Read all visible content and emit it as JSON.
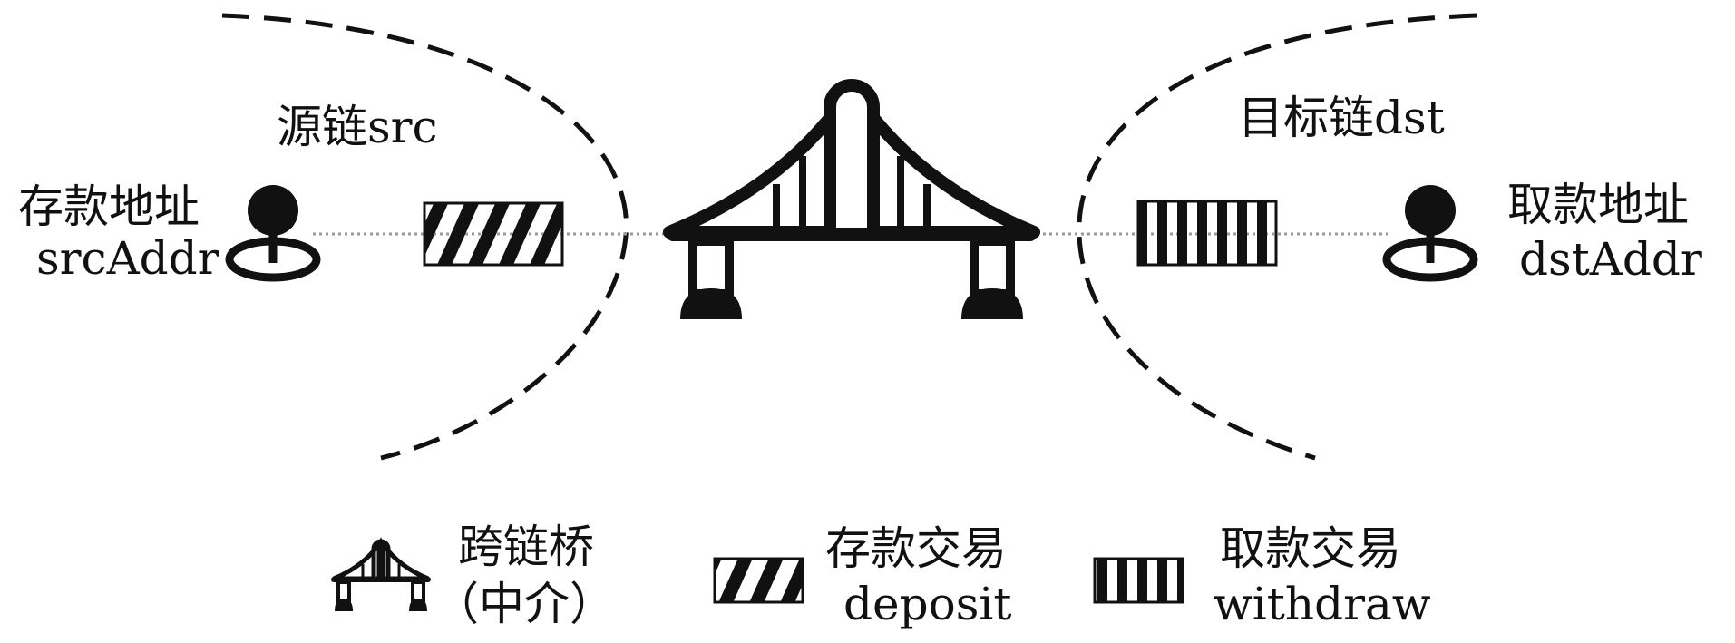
{
  "source_chain": {
    "label": "源链src"
  },
  "target_chain": {
    "label": "目标链dst"
  },
  "deposit_address": {
    "line1": "存款地址",
    "line2": "srcAddr"
  },
  "withdraw_address": {
    "line1": "取款地址",
    "line2": "dstAddr"
  },
  "legend": {
    "bridge": {
      "line1": "跨链桥",
      "line2": "（中介）"
    },
    "deposit": {
      "line1": "存款交易",
      "line2": "deposit"
    },
    "withdraw": {
      "line1": "取款交易",
      "line2": "withdraw"
    }
  },
  "icons": {
    "bridge": "bridge-icon",
    "user": "user-icon",
    "deposit": "hatched-box-icon",
    "withdraw": "striped-box-icon"
  },
  "colors": {
    "ink": "#111111",
    "link": "#9a9a9a"
  }
}
